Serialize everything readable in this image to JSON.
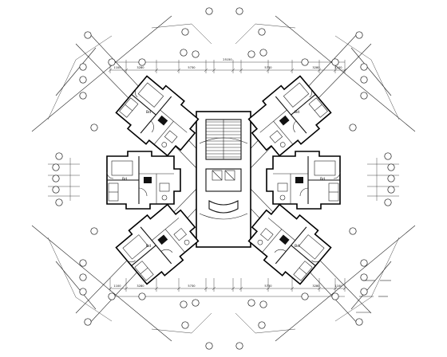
{
  "drawing": {
    "top_dims": [
      "1100",
      "3280",
      "",
      "5730",
      "",
      "",
      "5730",
      "",
      "3280",
      "1100"
    ],
    "top_total": "25150",
    "bottom_dims": [
      "1100",
      "3280",
      "",
      "5730",
      "",
      "",
      "5730",
      "",
      "3280",
      "1100"
    ],
    "room_tag": "Bd"
  }
}
